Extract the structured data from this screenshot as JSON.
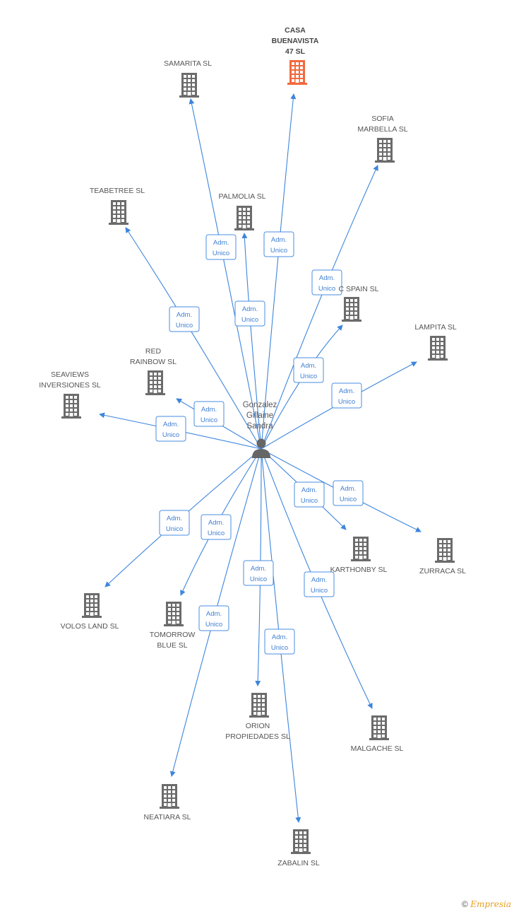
{
  "person": {
    "name_lines": [
      "Gonzalez",
      "Gillaine",
      "Sandra"
    ]
  },
  "role_lines": [
    "Adm.",
    "Unico"
  ],
  "colors": {
    "edge": "#3d85dc",
    "building": "#6b6b6b",
    "highlight": "#f26a3d",
    "role_text": "#3f7fd4"
  },
  "companies": [
    {
      "id": "casa",
      "lines": [
        "CASA",
        "BUENAVISTA",
        "47 SL"
      ],
      "highlight": true
    },
    {
      "id": "samarita",
      "lines": [
        "SAMARITA SL"
      ]
    },
    {
      "id": "sofia",
      "lines": [
        "SOFIA",
        "MARBELLA SL"
      ]
    },
    {
      "id": "teabetree",
      "lines": [
        "TEABETREE SL"
      ]
    },
    {
      "id": "palmolia",
      "lines": [
        "PALMOLIA SL"
      ]
    },
    {
      "id": "cspain",
      "lines": [
        "C SPAIN SL"
      ]
    },
    {
      "id": "lampita",
      "lines": [
        "LAMPITA SL"
      ]
    },
    {
      "id": "redrainbow",
      "lines": [
        "RED",
        "RAINBOW SL"
      ]
    },
    {
      "id": "seaviews",
      "lines": [
        "SEAVIEWS",
        "INVERSIONES SL"
      ]
    },
    {
      "id": "karthonby",
      "lines": [
        "KARTHONBY SL"
      ]
    },
    {
      "id": "zurraca",
      "lines": [
        "ZURRACA SL"
      ]
    },
    {
      "id": "volos",
      "lines": [
        "VOLOS LAND SL"
      ]
    },
    {
      "id": "tomorrow",
      "lines": [
        "TOMORROW",
        "BLUE SL"
      ]
    },
    {
      "id": "orion",
      "lines": [
        "ORION",
        "PROPIEDADES SL"
      ]
    },
    {
      "id": "malgache",
      "lines": [
        "MALGACHE SL"
      ]
    },
    {
      "id": "neatiara",
      "lines": [
        "NEATIARA SL"
      ]
    },
    {
      "id": "zabalin",
      "lines": [
        "ZABALIN SL"
      ]
    }
  ],
  "footer": {
    "copyright": "©",
    "brand": "Empresia"
  }
}
